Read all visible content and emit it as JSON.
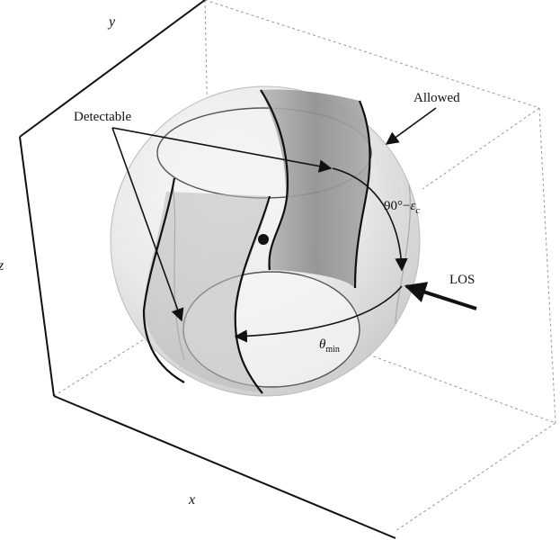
{
  "axes": {
    "x": "x",
    "y": "y",
    "z": "z"
  },
  "labels": {
    "detectable": "Detectable",
    "allowed": "Allowed",
    "los": "LOS",
    "angle_base": "90°−",
    "angle_symbol": "ε",
    "angle_sub": "c",
    "theta_symbol": "θ",
    "theta_sub": "min"
  },
  "colors": {
    "sphere_fill": "#ececec",
    "band_fill": "#9a9a9a",
    "outline": "#111111",
    "box_edge": "#9a9a9a"
  }
}
